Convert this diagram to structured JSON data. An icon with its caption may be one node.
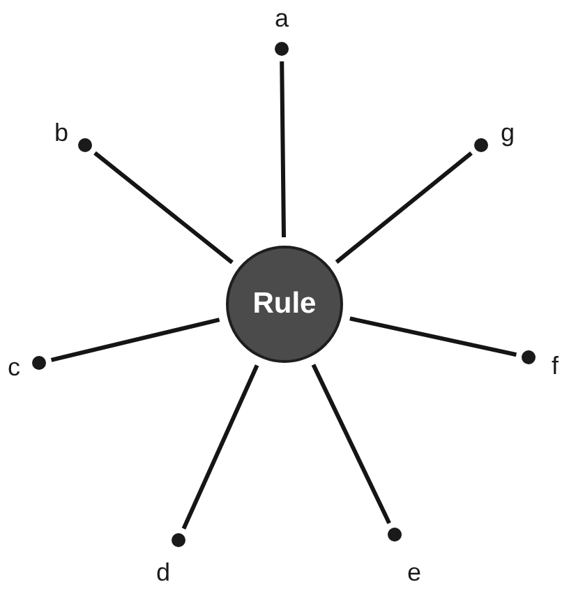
{
  "diagram": {
    "nodes": [
      {
        "text": [
          "Rule"
        ]
      },
      {
        "text": [],
        "shape": "circle",
        "beside": [
          "a"
        ]
      },
      {
        "text": [],
        "shape": "circle",
        "beside": [
          "b"
        ]
      },
      {
        "text": [],
        "shape": "circle",
        "beside": [
          "c"
        ]
      },
      {
        "text": [],
        "shape": "circle",
        "beside": [
          "d"
        ]
      },
      {
        "text": [],
        "shape": "circle",
        "beside": [
          "e"
        ]
      },
      {
        "text": [],
        "shape": "circle",
        "beside": [
          "f"
        ]
      },
      {
        "text": [],
        "shape": "circle",
        "beside": [
          "g"
        ]
      }
    ],
    "edges": [
      {
        "from": 0,
        "to": 1,
        "arrow": "none"
      },
      {
        "from": 0,
        "to": 2,
        "arrow": "none"
      },
      {
        "from": 0,
        "to": 3,
        "arrow": "none"
      },
      {
        "from": 0,
        "to": 4,
        "arrow": "none"
      },
      {
        "from": 0,
        "to": 5,
        "arrow": "none"
      },
      {
        "from": 0,
        "to": 6,
        "arrow": "none"
      },
      {
        "from": 0,
        "to": 7,
        "arrow": "none"
      }
    ]
  }
}
